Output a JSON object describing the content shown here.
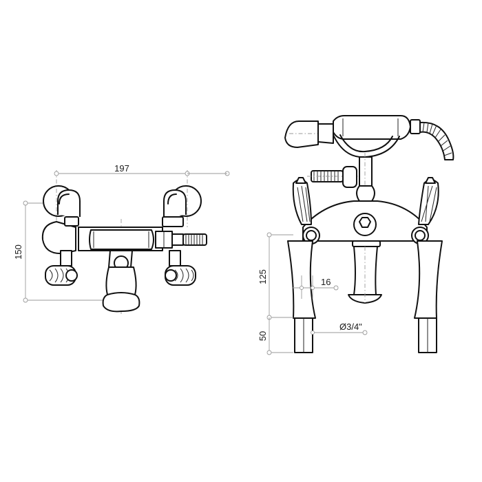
{
  "drawing": {
    "front_view": {
      "width_dim": "197",
      "height_dim": "150"
    },
    "side_view": {
      "height_dim": "125",
      "base_dim": "50",
      "offset_dim": "16",
      "thread_dim": "Ø3/4\""
    }
  }
}
